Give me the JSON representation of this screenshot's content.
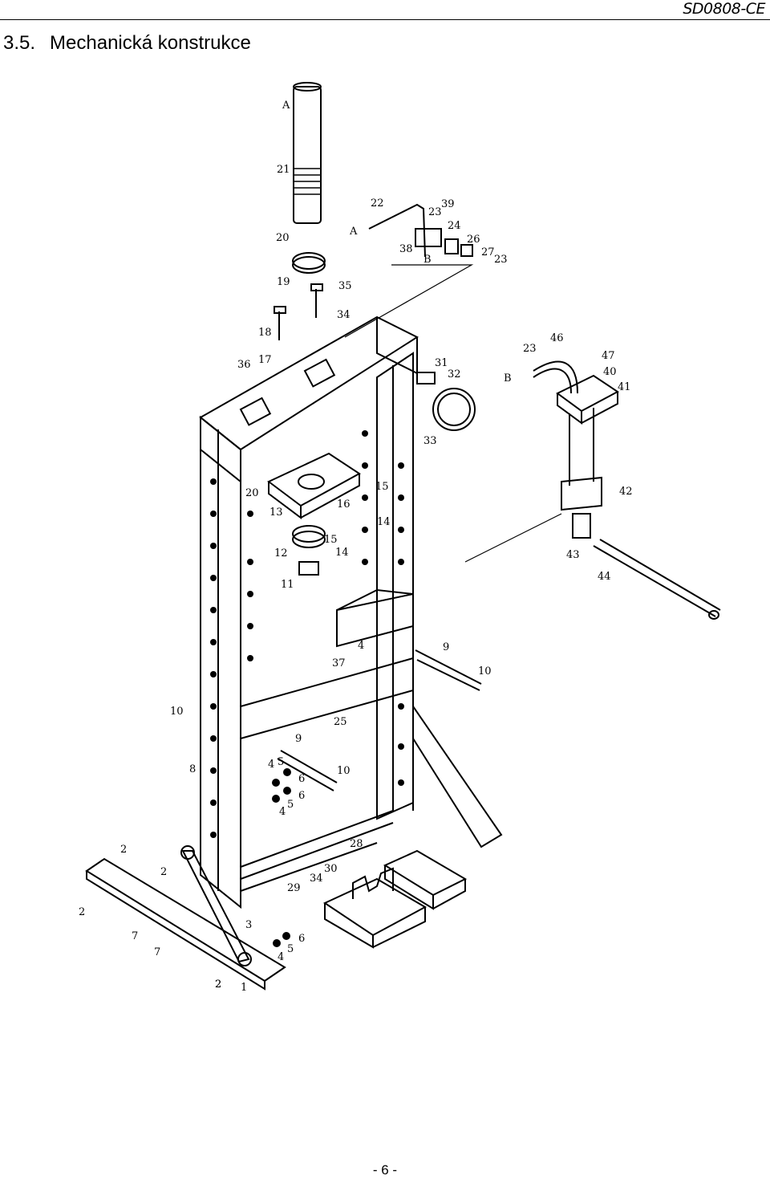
{
  "header": {
    "doc_code": "SD0808-CE",
    "section_number": "3.5.",
    "section_title": "Mechanická konstrukce"
  },
  "drawing": {
    "part_labels": [
      "A",
      "21",
      "20",
      "19",
      "22",
      "39",
      "23",
      "24",
      "A",
      "38",
      "26",
      "B",
      "27",
      "23",
      "35",
      "34",
      "18",
      "36",
      "17",
      "31",
      "32",
      "33",
      "23",
      "46",
      "47",
      "40",
      "B",
      "41",
      "20",
      "13",
      "16",
      "15",
      "14",
      "15",
      "14",
      "12",
      "11",
      "42",
      "43",
      "44",
      "4",
      "37",
      "9",
      "10",
      "10",
      "25",
      "9",
      "8",
      "4",
      "5",
      "6",
      "6",
      "10",
      "4",
      "5",
      "2",
      "2",
      "2",
      "2",
      "29",
      "34",
      "30",
      "28",
      "7",
      "7",
      "3",
      "6",
      "5",
      "4",
      "2",
      "1"
    ]
  },
  "footer": {
    "page_number": "- 6 -"
  }
}
